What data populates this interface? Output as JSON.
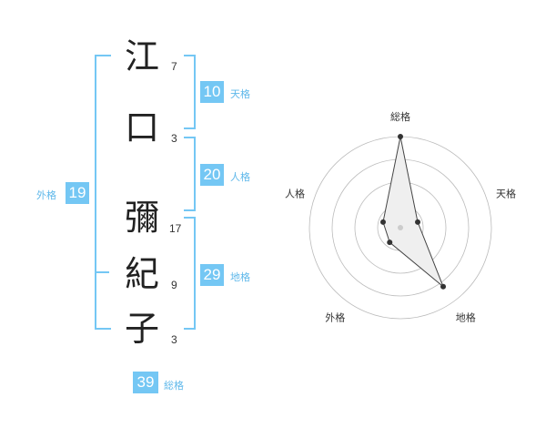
{
  "name": {
    "chars": [
      "江",
      "口",
      "彌",
      "紀",
      "子"
    ],
    "strokes": [
      "7",
      "3",
      "17",
      "9",
      "3"
    ]
  },
  "fortunes": {
    "tenkaku": {
      "value": "10",
      "label": "天格"
    },
    "jinkaku": {
      "value": "20",
      "label": "人格"
    },
    "chikaku": {
      "value": "29",
      "label": "地格"
    },
    "gaikaku": {
      "value": "19",
      "label": "外格"
    },
    "soukaku": {
      "value": "39",
      "label": "総格"
    }
  },
  "chart_data": {
    "type": "radar",
    "axes": [
      "総格",
      "天格",
      "地格",
      "外格",
      "人格"
    ],
    "values": [
      5,
      1,
      4,
      1,
      1
    ],
    "max": 5,
    "rings": 4,
    "colors": {
      "fill": "#efefef",
      "stroke": "#444444",
      "grid": "#bbbbbb",
      "point": "#333333",
      "center": "#cccccc"
    }
  }
}
